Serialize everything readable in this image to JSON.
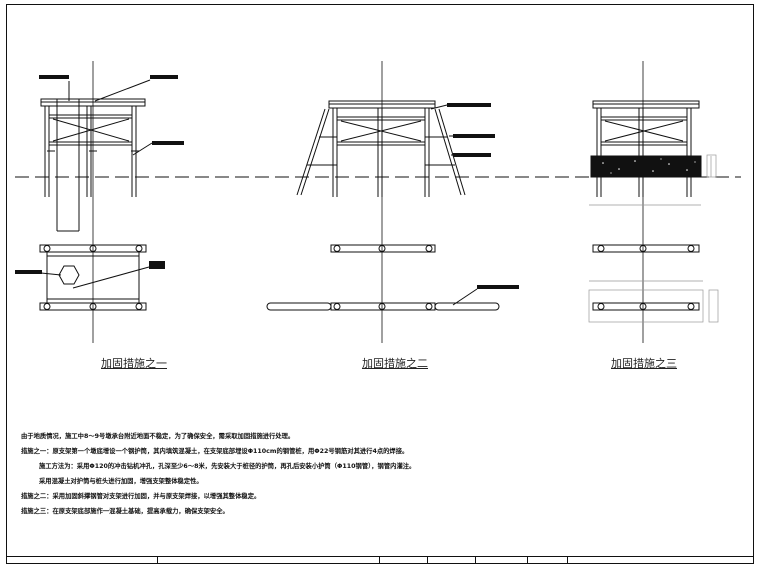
{
  "captions": [
    "加固措施之一",
    "加固措施之二",
    "加固措施之三"
  ],
  "notes": [
    "由于地质情况，施工中8～9号墩承台附近地面不稳定，为了确保安全，需采取加固措施进行处理。",
    "措施之一：原支架第一个墩底增设一个钢护筒，其内填筑混凝土，在支架底部埋设Φ110cm的钢管桩，用Φ22号钢筋对其进行4点的焊接。",
    "施工方法为：采用Φ120的冲击钻机冲孔，孔深至少6～8米，先安装大于桩径的护筒，再孔后安装小护筒（Φ110钢管），钢管内灌注。",
    "采用混凝土对护筒与桩头进行加固，增强支架整体稳定性。",
    "措施之二：采用加固斜撑钢管对支架进行加固，并与原支架焊接，以增强其整体稳定。",
    "措施之三：在原支架底部施作一混凝土基础，提高承载力，确保支架安全。"
  ],
  "colors": {
    "line": "#111111",
    "hatch": "#111111",
    "dim": "#999999"
  }
}
